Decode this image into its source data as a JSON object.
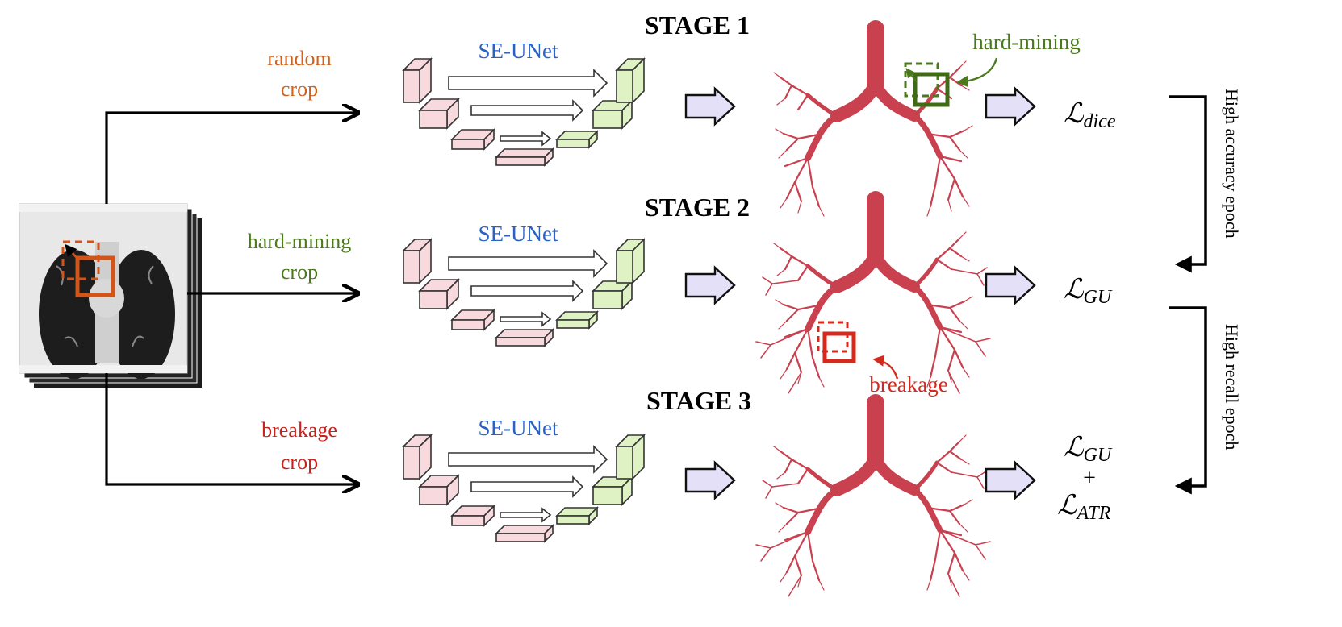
{
  "stages": [
    {
      "title": "STAGE 1",
      "crop_label": [
        "random",
        "crop"
      ],
      "crop_color": "#d0621e",
      "network_label": "SE-UNet",
      "loss": [
        {
          "script": "L",
          "sub": "dice"
        }
      ],
      "annotation": {
        "text": "hard-mining",
        "color": "#4a7a1c"
      }
    },
    {
      "title": "STAGE 2",
      "crop_label": [
        "hard-mining",
        "crop"
      ],
      "crop_color": "#4a7a1c",
      "network_label": "SE-UNet",
      "loss": [
        {
          "script": "L",
          "sub": "GU"
        }
      ],
      "annotation": {
        "text": "breakage",
        "color": "#d42a1e"
      }
    },
    {
      "title": "STAGE 3",
      "crop_label": [
        "breakage",
        "crop"
      ],
      "crop_color": "#c8201a",
      "network_label": "SE-UNet",
      "loss": [
        {
          "script": "L",
          "sub": "GU"
        },
        {
          "plus": "+"
        },
        {
          "script": "L",
          "sub": "ATR"
        }
      ]
    }
  ],
  "side_labels": {
    "top": "High accuracy epoch",
    "bottom": "High recall epoch"
  },
  "colors": {
    "encoder_block": "#f7d9de",
    "decoder_block": "#dff2c4",
    "flow_arrow": "#e4e0f7",
    "airway": "#c9404f",
    "ct_box": "#d35418"
  }
}
